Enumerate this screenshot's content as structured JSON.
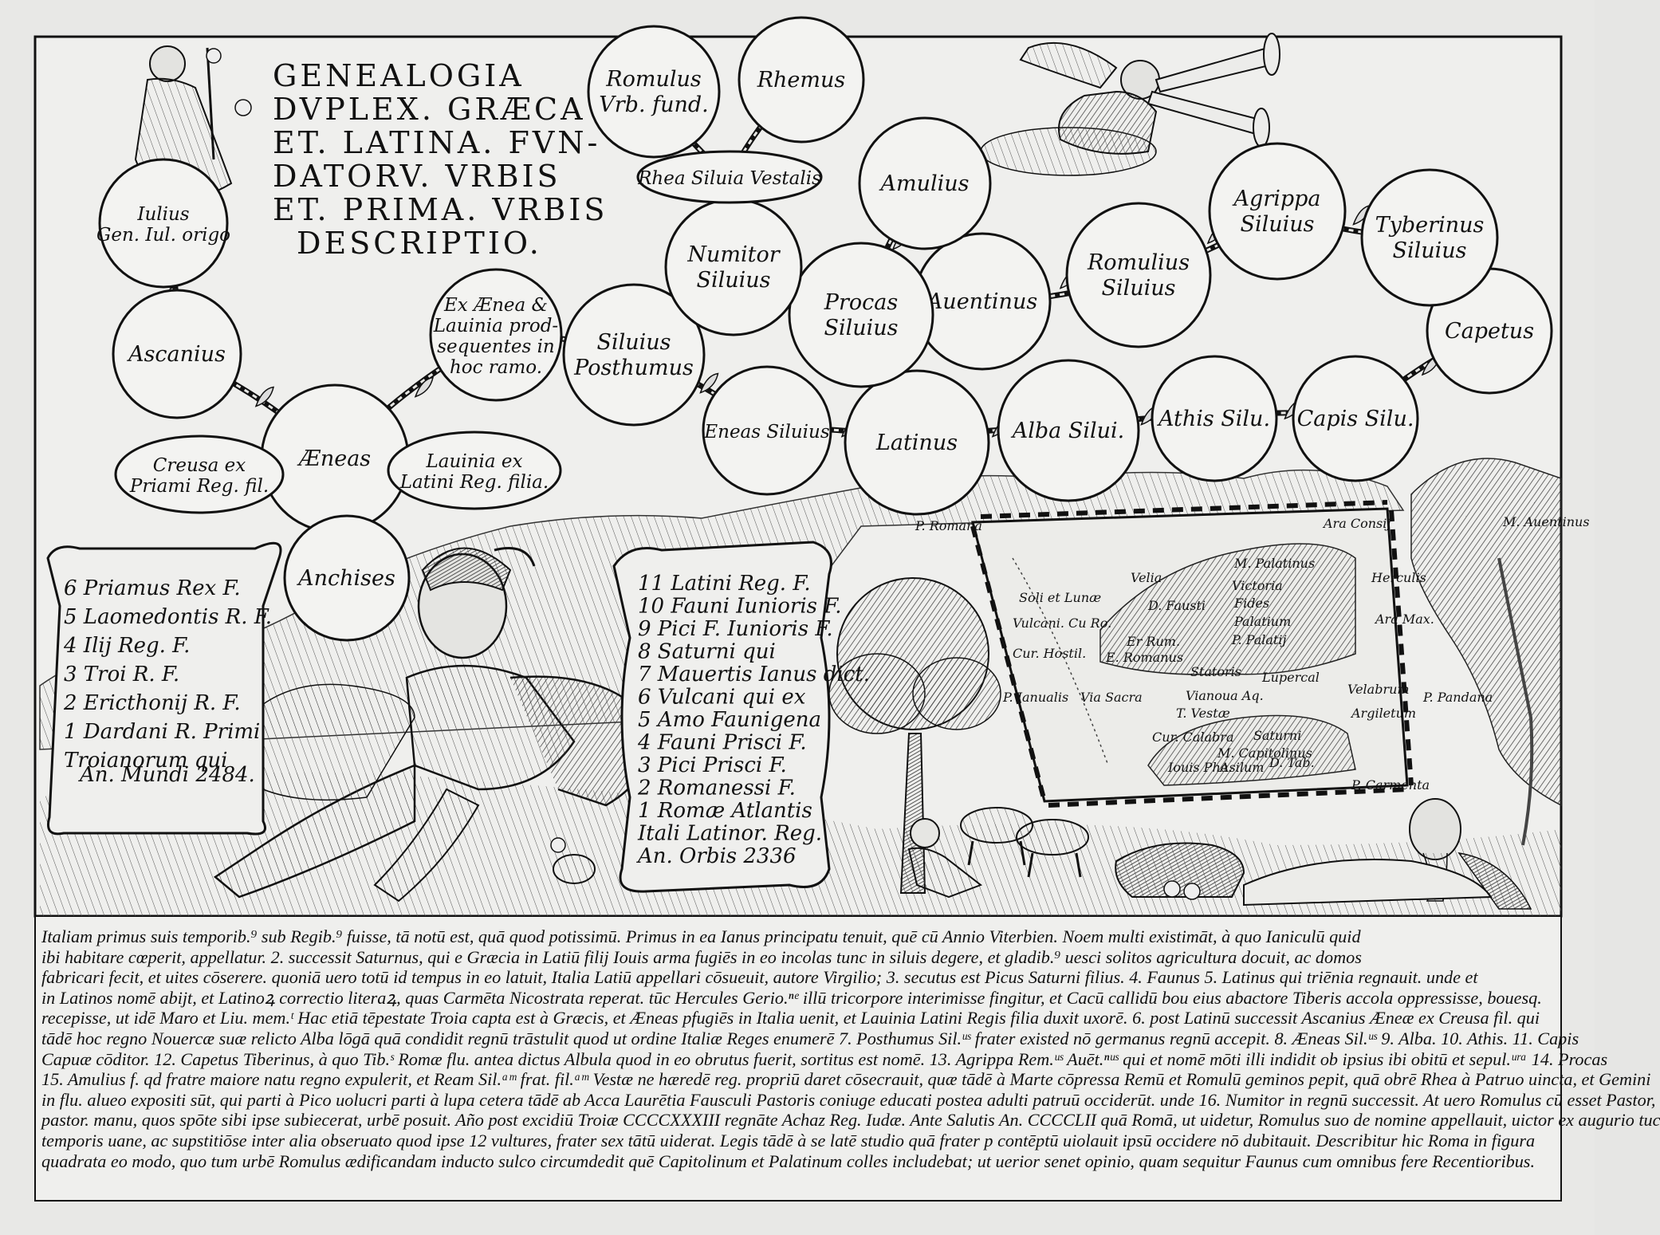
{
  "title": {
    "lines": [
      "GENEALOGIA",
      "DVPLEX. GRÆCA",
      "ET. LATINA. FVN-",
      "DATORV. VRBIS",
      "ET. PRIMA. VRBIS",
      "DESCRIPTIO."
    ]
  },
  "genealogy": {
    "nodes": {
      "julius": [
        "Iulius",
        "Gen. Iul. origo"
      ],
      "ascanius": [
        "Ascanius"
      ],
      "aeneas": [
        "Æneas"
      ],
      "anchises": [
        "Anchises"
      ],
      "creusa": [
        "Creusa ex",
        "Priami Reg. fil."
      ],
      "lavinia": [
        "Lauinia ex",
        "Latini Reg. filia."
      ],
      "ex_aenea": [
        "Ex Ænea &",
        "Lauinia prod-",
        "sequentes in",
        "hoc ramo."
      ],
      "silvius_posthumus": [
        "Siluius",
        "Posthumus"
      ],
      "eneas_silvius": [
        "Eneas Siluius"
      ],
      "latinus": [
        "Latinus"
      ],
      "alba": [
        "Alba Silui."
      ],
      "athis": [
        "Athis Silu."
      ],
      "capis": [
        "Capis Silu."
      ],
      "capetus": [
        "Capetus"
      ],
      "tyberinus": [
        "Tyberinus",
        "Siluius"
      ],
      "agrippa": [
        "Agrippa",
        "Siluius"
      ],
      "romulus_silvius": [
        "Romulius",
        "Siluius"
      ],
      "aventinus": [
        "Auentinus"
      ],
      "procas": [
        "Procas",
        "Siluius"
      ],
      "amulius": [
        "Amulius"
      ],
      "numitor": [
        "Numitor",
        "Siluius"
      ],
      "rhea": [
        "Rhea Siluia Vestalis"
      ],
      "romulus": [
        "Romulus",
        "Vrb. fund."
      ],
      "rhemus": [
        "Rhemus"
      ]
    }
  },
  "left_scroll": {
    "lines": [
      "6 Priamus Rex F.",
      "5 Laomedontis R. F.",
      "4 Ilij Reg. F.",
      "3 Troi R. F.",
      "2 Ericthonij R. F.",
      "1 Dardani R. Primi",
      "Troianorum qui",
      "An. Mundi 2484."
    ]
  },
  "center_scroll": {
    "lines": [
      "11 Latini Reg. F.",
      "10 Fauni Iunioris F.",
      "9 Pici F. Iunioris F.",
      "8 Saturni qui",
      "7 Mauertis Ianus dict.",
      "6 Vulcani qui ex",
      "5 Amo Faunigena",
      "4 Fauni Prisci F.",
      "3 Pici Prisci F.",
      "2 Romanessi F.",
      "1 Romæ Atlantis",
      "Itali Latinor. Reg.",
      "An. Orbis 2336"
    ]
  },
  "map": {
    "labels": [
      "P. Romana",
      "Ara Consij",
      "M. Auentinus",
      "Velia",
      "M. Palatinus",
      "Victoria",
      "Fides",
      "Soli et Lunæ",
      "Vulcani. Cu Ro.",
      "D. Fausti",
      "Palatium",
      "P. Palatij",
      "Cur. Hostil.",
      "Er Rum.",
      "P. Ianualis",
      "Via Sacra",
      "E. Romanus",
      "Statoris",
      "Lupercal",
      "Vianoua Aq.",
      "T. Vestæ",
      "Velabrum",
      "Argiletum",
      "P. Pandana",
      "Cur. Calabra",
      "Saturni",
      "M. Capitolinus",
      "Iouis Phe.",
      "Asilum",
      "D. Tab.",
      "P. Carmenta",
      "Herculis",
      "Ara Max."
    ]
  },
  "text_block": {
    "lines": [
      "Italiam primus suis temporib.⁹ sub Regib.⁹ fuisse, tā notū est, quā quod potissimū. Primus in ea Ianus principatu tenuit, quē cū Annio Viterbien. Noem multi existimāt, à quo Ianiculū quid",
      "ibi habitare cœperit, appellatur. 2. successit Saturnus, qui e Græcia in Latiū filij Iouis arma fugiēs in eo incolas tunc in siluis degere, et gladib.⁹ uesci solitos agricultura docuit, ac domos",
      "fabricari fecit, et uites cōserere. quoniā uero totū id tempus in eo latuit, Italia Latiū appellari cōsueuit, autore Virgilio; 3. secutus est Picus Saturni filius. 4. Faunus 5. Latinus qui triēnia regnauit. unde et",
      "in Latinos nomē abijt, et Latinoꝝ correctio literaꝝ, quas Carmēta Nicostrata reperat. tūc Hercules Gerio.ⁿᵉ illū tricorpore interimisse fingitur, et Cacū callidū bou eius abactore Tiberis accola oppressisse, bouesq.",
      "recepisse, ut idē Maro et Liu. mem.ᵗ Hac etiā tēpestate Troia capta est à Græcis, et Æneas pfugiēs in Italia uenit, et Lauinia Latini Regis filia duxit uxorē. 6. post Latinū successit Ascanius Æneæ ex Creusa fil. qui",
      "tādē hoc regno Nouercæ suæ relicto Alba lōgā quā condidit regnū trāstulit quod ut ordine Italiæ Reges enumerē 7. Posthumus Sil.ᵘˢ frater existed nō germanus regnū accepit. 8. Æneas Sil.ᵘˢ 9. Alba. 10. Athis. 11. Capis",
      "Capuæ cōditor. 12. Capetus Tiberinus, à quo Tib.ˢ Romæ flu. antea dictus Albula quod in eo obrutus fuerit, sortitus est nomē. 13. Agrippa Rem.ᵘˢ Auēt.ⁿᵘˢ qui et nomē mōti illi indidit ob ipsius ibi obitū et sepul.ᵘʳᵃ 14. Procas",
      "15. Amulius f. qd fratre maiore natu regno expulerit, et Ream Sil.ᵃᵐ frat. fil.ᵃᵐ Vestæ ne hæredē reg. propriū daret cōsecrauit, quæ tādē à Marte cōpressa Remū et Romulū geminos pepit, quā obrē Rhea à Patruo uincta, et Gemini",
      "in flu. alueo expositi sūt, qui parti à Pico uolucri parti à lupa cetera tādē ab Acca Laurētia Fausculi Pastoris coniuge educati postea adulti patruū occiderūt. unde 16. Numitor in regnū successit. At uero Romulus cū esset Pastor,",
      "pastor. manu, quos spōte sibi ipse subiecerat, urbē posuit. Año post excidiū Troiæ CCCCXXXIII regnāte Achaz Reg. Iudæ. Ante Salutis An. CCCCLII quā Romā, ut uidetur, Romulus suo de nomine appellauit, uictor ex augurio tuc",
      "temporis uane, ac supstitiōse inter alia obseruato quod ipse 12 vultures, frater sex tātū uiderat. Legis tādē à se latē studio quā frater p contēptū uiolauit ipsū occidere nō dubitauit. Describitur hic Roma in figura",
      "quadrata eo modo, quo tum urbē Romulus ædificandam inducto sulco circumdedit quē Capitolinum et Palatinum colles includebat; ut uerior senet opinio, quam sequitur Faunus cum omnibus fere Recentioribus."
    ]
  }
}
